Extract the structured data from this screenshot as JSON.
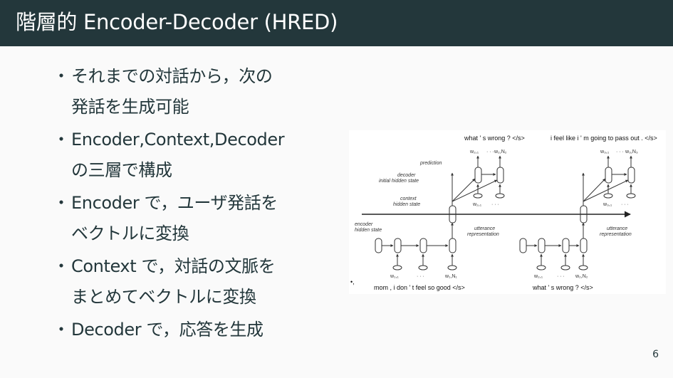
{
  "header": {
    "title": "階層的 Encoder-Decoder (HRED)"
  },
  "bullets": [
    {
      "dot": "・",
      "text": "それまでの対話から，次の\n発話を生成可能"
    },
    {
      "dot": "・",
      "text": "Encoder,Context,Decoder\nの三層で構成"
    },
    {
      "dot": "・",
      "text": "Encoder で，ユーザ発話を\nベクトルに変換"
    },
    {
      "dot": "・",
      "text": "Context で，対話の文脈を\nまとめてベクトルに変換"
    },
    {
      "dot": "・",
      "text": "Decoder で，応答を生成"
    }
  ],
  "figure": {
    "top_left_sentence": "what ' s wrong ? </s>",
    "top_right_sentence": "i feel like i ' m going to pass out . </s>",
    "bottom_left_sentence": "mom , i don ' t feel so good </s>",
    "bottom_right_sentence": "what ' s wrong ? </s>",
    "labels": {
      "prediction": "prediction",
      "decoder_init": "decoder\ninitial hidden state",
      "context_hidden": "context\nhidden state",
      "encoder_hidden": "encoder\nhidden state",
      "utterance_rep_left": "utterance\nrepresentation",
      "utterance_rep_right": "utterance\nrepresentation"
    },
    "tokens": {
      "top_left_1": "w₂,₁",
      "top_left_2": "w₂,N₂",
      "mid_left_1": "w₂,₁",
      "top_right_1": "w₃,₁",
      "top_right_2": "w₃,N₃",
      "mid_right_1": "w₃,₁",
      "bot_left_1": "w₁,₁",
      "bot_left_2": "w₁,N₁",
      "bot_right_1": "w₂,₁",
      "bot_right_2": "w₂,N₂"
    },
    "dots": "· · ·",
    "stray": "•,"
  },
  "page_number": "6",
  "colors": {
    "header_bg": "#23373b",
    "background": "#fafafa",
    "text": "#23373b"
  }
}
